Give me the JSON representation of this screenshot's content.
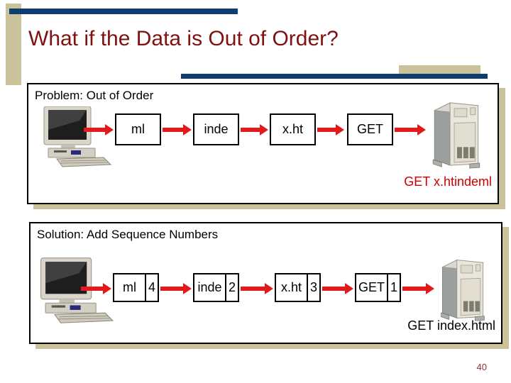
{
  "slide": {
    "title": "What if the Data is Out of Order?",
    "page_number": "40"
  },
  "problem": {
    "heading": "Problem: Out of Order",
    "packets": [
      {
        "label": "ml"
      },
      {
        "label": "inde"
      },
      {
        "label": "x.ht"
      },
      {
        "label": "GET"
      }
    ],
    "result_text": "GET x.htindeml"
  },
  "solution": {
    "heading": "Solution: Add Sequence Numbers",
    "packets": [
      {
        "label": "ml",
        "seq": "4"
      },
      {
        "label": "inde",
        "seq": "2"
      },
      {
        "label": "x.ht",
        "seq": "3"
      },
      {
        "label": "GET",
        "seq": "1"
      }
    ],
    "result_text": "GET index.html"
  },
  "icons": {
    "client": "desktop-computer-icon",
    "server": "server-tower-icon",
    "arrow": "arrow-right-icon"
  },
  "colors": {
    "navy": "#103c6e",
    "tan": "#c9c29b",
    "title_maroon": "#7e1212",
    "arrow_red": "#e11b1b",
    "result_red": "#cc0000",
    "page_number": "#8b3333"
  }
}
